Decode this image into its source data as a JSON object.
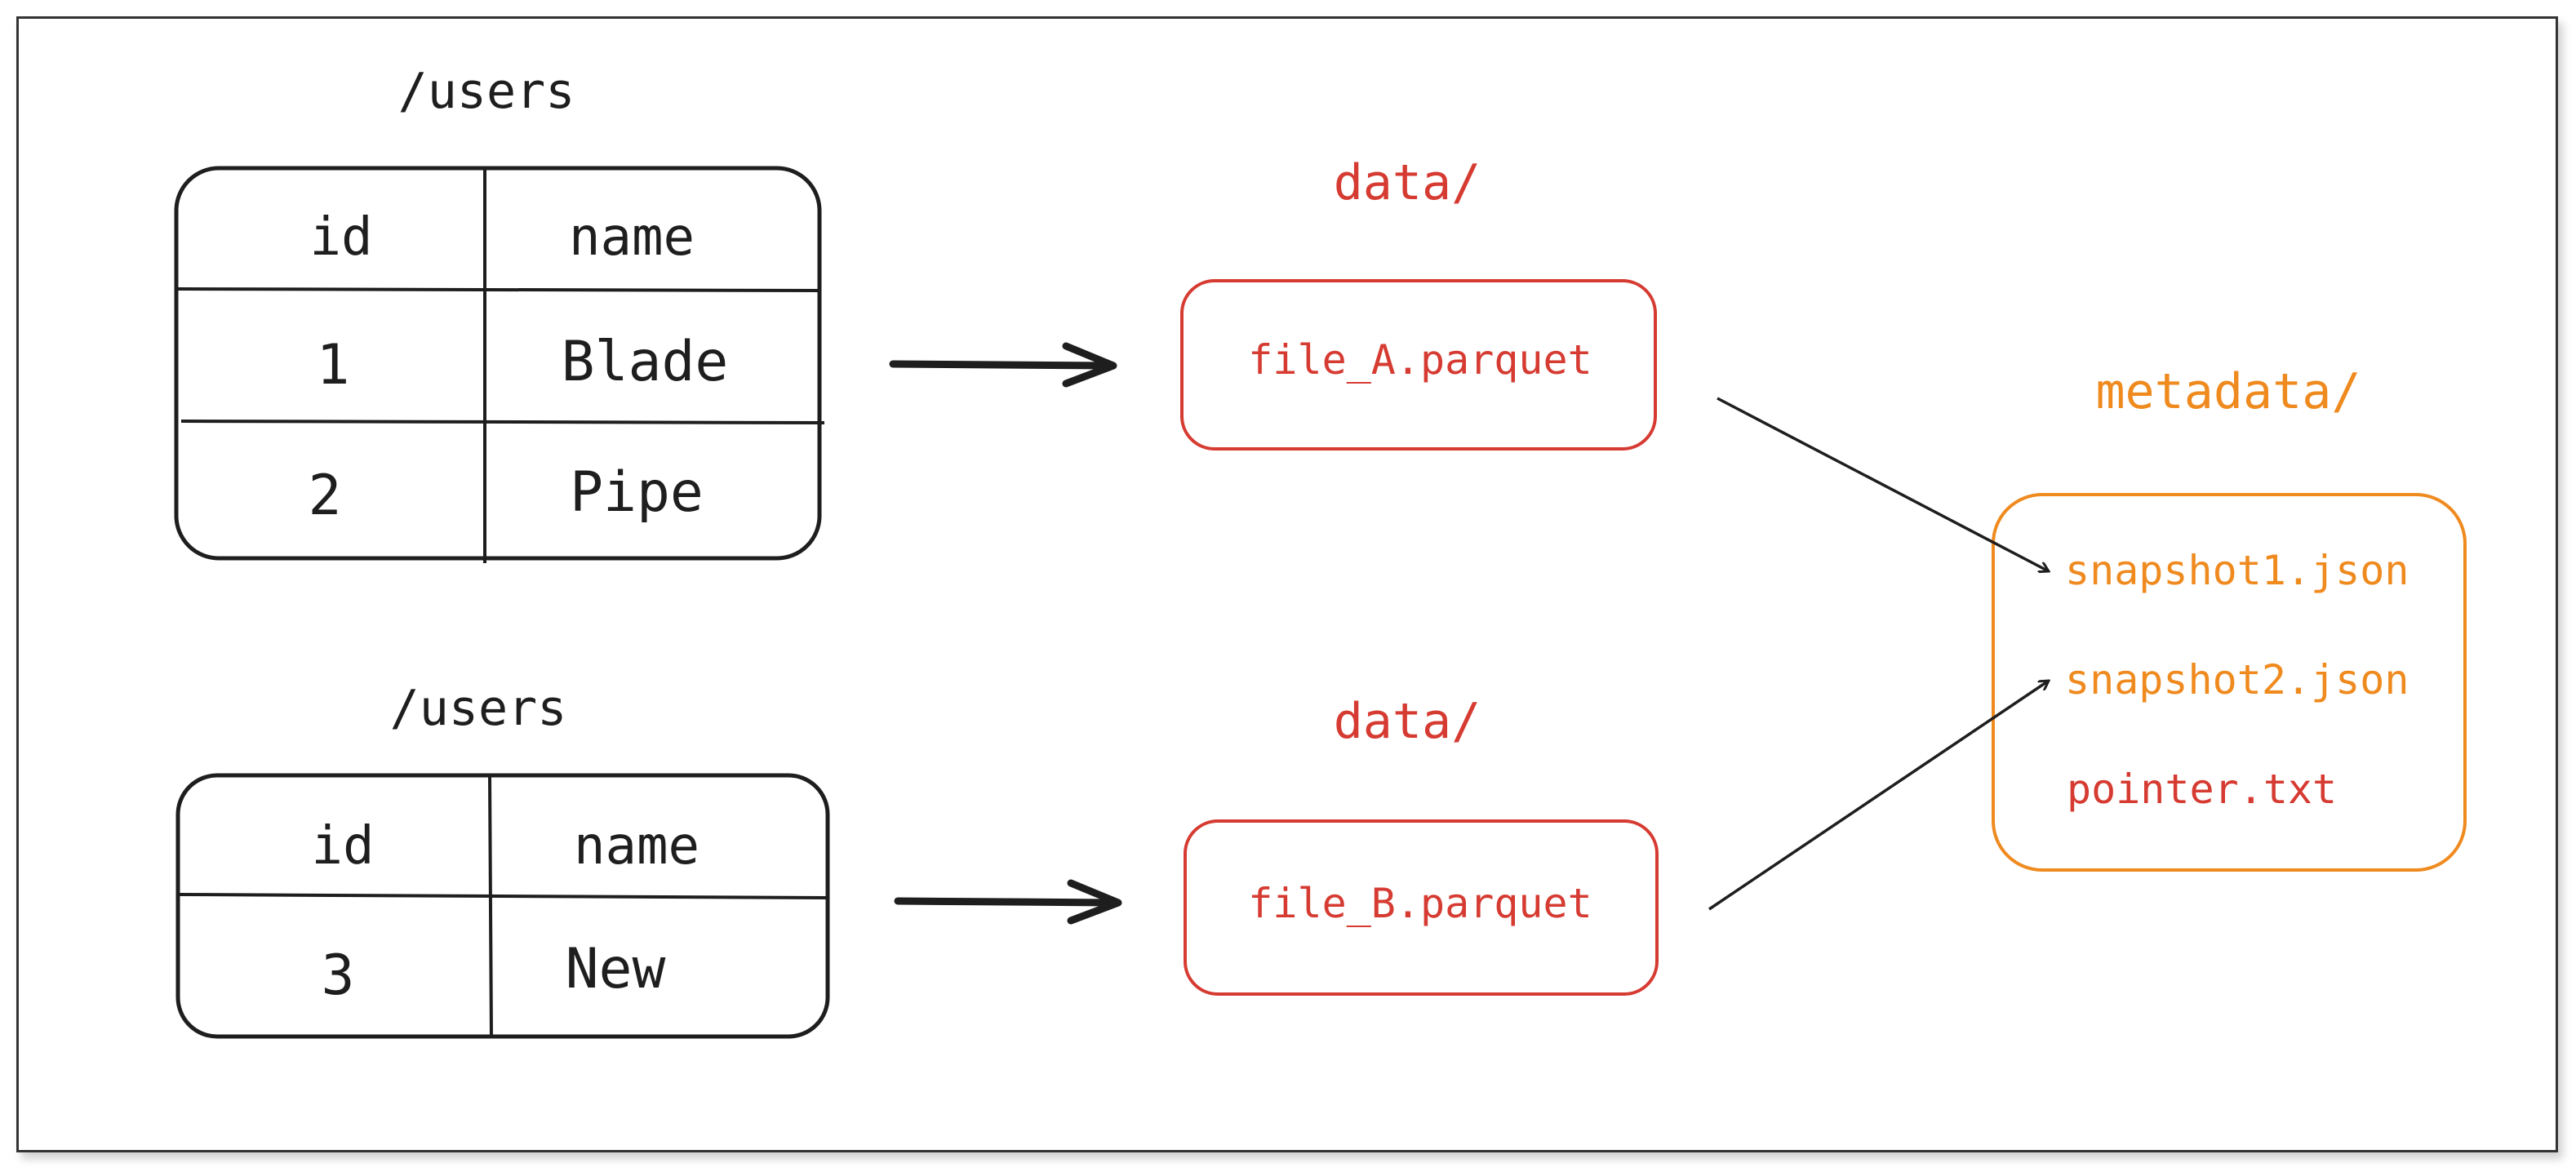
{
  "colors": {
    "ink": "#1e1e1e",
    "red": "#d63b32",
    "orange": "#ef8a1f"
  },
  "table1": {
    "path": "/users",
    "headers": [
      "id",
      "name"
    ],
    "rows": [
      [
        "1",
        "Blade"
      ],
      [
        "2",
        "Pipe"
      ]
    ]
  },
  "table2": {
    "path": "/users",
    "headers": [
      "id",
      "name"
    ],
    "rows": [
      [
        "3",
        "New"
      ]
    ]
  },
  "data1": {
    "folder": "data/",
    "file": "file_A.parquet"
  },
  "data2": {
    "folder": "data/",
    "file": "file_B.parquet"
  },
  "metadata": {
    "folder": "metadata/",
    "files": [
      "snapshot1.json",
      "snapshot2.json",
      "pointer.txt"
    ]
  }
}
